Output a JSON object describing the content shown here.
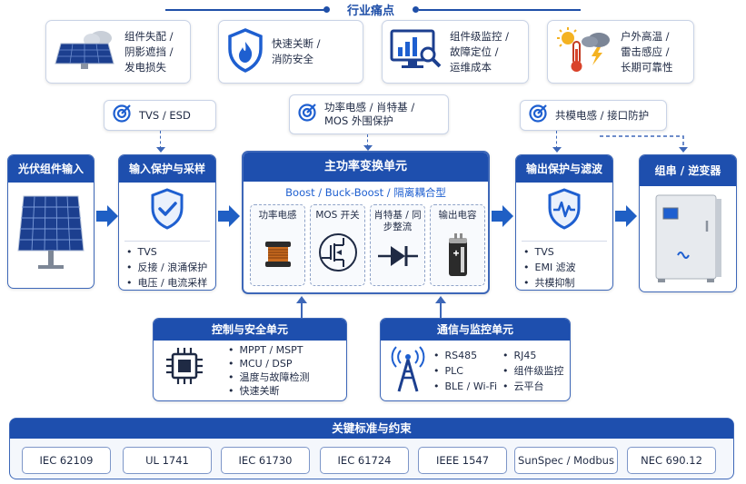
{
  "title": "行业痛点",
  "pain_points": [
    {
      "icon": "solar-panel-cloud-icon",
      "lines": [
        "组件失配 /",
        "阴影遮挡 /",
        "发电损失"
      ]
    },
    {
      "icon": "fire-shield-icon",
      "lines": [
        "快速关断 /",
        "消防安全"
      ]
    },
    {
      "icon": "monitor-chart-icon",
      "lines": [
        "组件级监控 /",
        "故障定位 /",
        "运维成本"
      ]
    },
    {
      "icon": "weather-thermometer-icon",
      "lines": [
        "户外高温 /",
        "雷击感应 /",
        "长期可靠性"
      ]
    }
  ],
  "tags": [
    {
      "icon": "target-icon",
      "lines": [
        "TVS / ESD"
      ]
    },
    {
      "icon": "target-icon",
      "lines": [
        "功率电感 / 肖特基 /",
        "MOS 外围保护"
      ]
    },
    {
      "icon": "target-icon",
      "lines": [
        "共模电感 / 接口防护"
      ]
    }
  ],
  "pv_input": {
    "title": "光伏组件输入"
  },
  "input_protection": {
    "title": "输入保护与采样",
    "items": [
      "TVS",
      "反接 / 浪涌保护",
      "电压 / 电流采样"
    ]
  },
  "main_power": {
    "title": "主功率变换单元",
    "subtitle": "Boost / Buck-Boost / 隔离耦合型",
    "parts": [
      {
        "label": "功率电感"
      },
      {
        "label": "MOS 开关"
      },
      {
        "label": "肖特基 / 同步整流"
      },
      {
        "label": "输出电容"
      }
    ]
  },
  "output_protection": {
    "title": "输出保护与滤波",
    "items": [
      "TVS",
      "EMI 滤波",
      "共模抑制"
    ]
  },
  "inverter": {
    "title": "组串 / 逆变器"
  },
  "control": {
    "title": "控制与安全单元",
    "items": [
      "MPPT / MSPT",
      "MCU / DSP",
      "温度与故障检测",
      "快速关断"
    ]
  },
  "comm": {
    "title": "通信与监控单元",
    "col1": [
      "RS485",
      "PLC",
      "BLE / Wi-Fi"
    ],
    "col2": [
      "RJ45",
      "组件级监控",
      "云平台"
    ]
  },
  "standards": {
    "title": "关键标准与约束",
    "items": [
      "IEC 62109",
      "UL 1741",
      "IEC 61730",
      "IEC 61724",
      "IEEE 1547",
      "SunSpec / Modbus",
      "NEC 690.12"
    ]
  },
  "colors": {
    "primary": "#1e4fae",
    "border": "#3d67b8",
    "arrow": "#1f5fc4"
  }
}
